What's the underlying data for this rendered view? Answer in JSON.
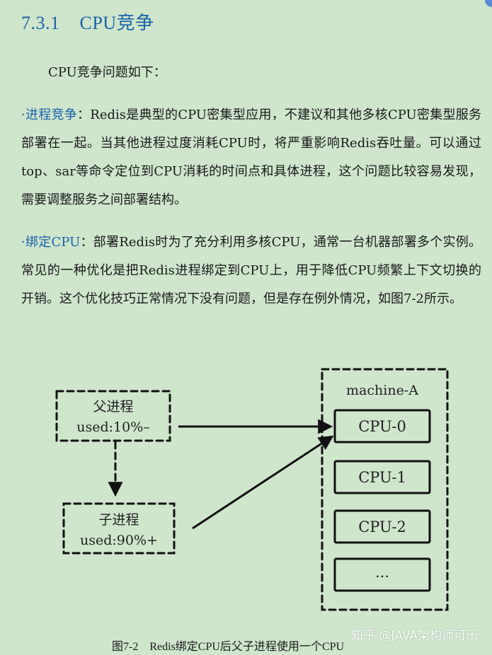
{
  "heading": {
    "number": "7.3.1",
    "title": "CPU竞争"
  },
  "intro": "CPU竞争问题如下：",
  "paragraph1": {
    "lead": "·进程竞争",
    "body": "：Redis是典型的CPU密集型应用，不建议和其他多核CPU密集型服务部署在一起。当其他进程过度消耗CPU时，将严重影响Redis吞吐量。可以通过top、sar等命令定位到CPU消耗的时间点和具体进程，这个问题比较容易发现，需要调整服务之间部署结构。"
  },
  "paragraph2": {
    "lead": "·绑定CPU",
    "body": "：部署Redis时为了充分利用多核CPU，通常一台机器部署多个实例。常见的一种优化是把Redis进程绑定到CPU上，用于降低CPU频繁上下文切换的开销。这个优化技巧正常情况下没有问题，但是存在例外情况，如图7-2所示。"
  },
  "diagram": {
    "parent_process": {
      "name": "父进程",
      "usage": "used:10%–"
    },
    "child_process": {
      "name": "子进程",
      "usage": "used:90%+"
    },
    "machine": {
      "label": "machine-A",
      "cpus": [
        "CPU-0",
        "CPU-1",
        "CPU-2",
        "..."
      ]
    }
  },
  "caption": {
    "number": "图7-2",
    "text": "Redis绑定CPU后父子进程使用一个CPU"
  },
  "watermark": "知乎 @JAVA架构师可乐",
  "colors": {
    "background": "#cfe5cc",
    "heading": "#1a63a8",
    "lead": "#1a63a8"
  }
}
